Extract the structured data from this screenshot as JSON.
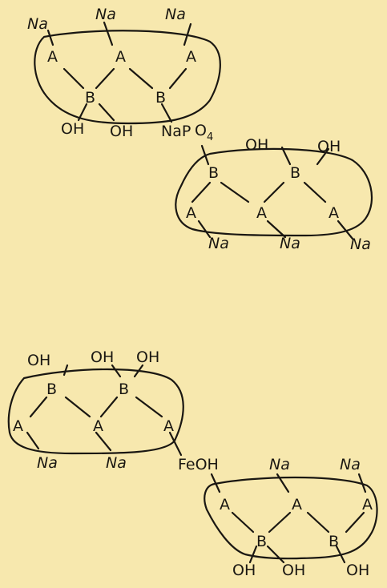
{
  "colors": {
    "background": "#f7e8ae",
    "ink": "#1a1712"
  },
  "labels": {
    "na": "Na",
    "a": "A",
    "b": "B",
    "oh": "OH",
    "na_p": "NaP",
    "o": "O",
    "four": "4",
    "fe_oh": "FeOH"
  }
}
